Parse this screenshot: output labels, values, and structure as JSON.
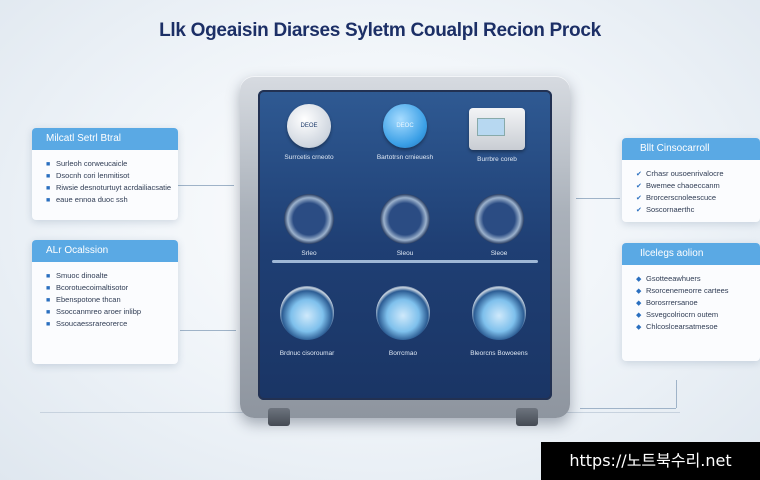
{
  "title": "Llk Ogeaisin Diarses Syletm Coualpl Recion Prock",
  "left_panels": [
    {
      "header": "Milcatl Setrl Btral",
      "items": [
        "Surleoh corweucaicle",
        "Dsocnh cori lenmitisot",
        "Riwsie desnoturtuyt acrdailiacsatie",
        "eaue ennoa duoc ssh"
      ]
    },
    {
      "header": "ALr Ocalssion",
      "items": [
        "Smuoc dinoalte",
        "Bcorotuecoimaltisotor",
        "Ebenspotone thcan",
        "Ssoccanmreo aroer inlibp",
        "Ssoucaessrareorerce"
      ]
    }
  ],
  "right_panels": [
    {
      "header": "Bllt Cinsocarroll",
      "items": [
        "Crhasr ousoenrivalocre",
        "Bwemee chaoeccanm",
        "Brorcerscnoleescuce",
        "Soscornaerthc"
      ]
    },
    {
      "header": "Ilcelegs aolion",
      "items": [
        "Gsotteeawhuers",
        "Rsorcenemeorre cartees",
        "Borosrrersanoe",
        "Ssvegcolriocrn outem",
        "Chlcoslcearsatmesoe"
      ]
    }
  ],
  "device": {
    "top_row": [
      {
        "icon": "white-disc-icon",
        "text": "DEOE",
        "label": "Surrcetis crneoto"
      },
      {
        "icon": "blue-disc-icon",
        "text": "DEOC",
        "label": "Bartotrsn crnieuesh"
      },
      {
        "icon": "card-reader-icon",
        "text": "",
        "label": "Burrbre coreb"
      }
    ],
    "mid_row": [
      {
        "label": "Srleo"
      },
      {
        "label": "Sleou"
      },
      {
        "label": "Sleoe"
      }
    ],
    "bottom_row": [
      {
        "label": "Brdnuc cisoroumar"
      },
      {
        "label": "Borrcmao"
      },
      {
        "label": "Bleorcns Bowoeens"
      }
    ]
  },
  "watermark": "https://노트북수리.net"
}
